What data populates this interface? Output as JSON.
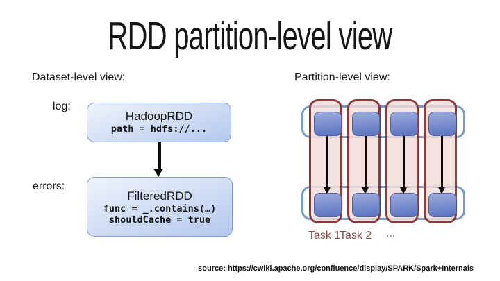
{
  "title": "RDD partition-level view",
  "dataset_view": {
    "heading": "Dataset-level view:",
    "log_label": "log:",
    "errors_label": "errors:",
    "hadoop_box": {
      "name": "HadoopRDD",
      "code_line1": "path = hdfs://..."
    },
    "filtered_box": {
      "name": "FilteredRDD",
      "code_line1": "func = _.contains(…)",
      "code_line2": "shouldCache = true"
    }
  },
  "partition_view": {
    "heading": "Partition-level view:",
    "column_count": 4,
    "task_labels": [
      "Task 1",
      "Task 2"
    ],
    "ellipsis_label": "..."
  },
  "source_line": "source: https://cwiki.apache.org/confluence/display/SPARK/Spark+Internals",
  "colors": {
    "maroon": "#8a3d3b",
    "label_maroon": "#8d4a47",
    "pink": "rgba(242,220,219,0.82)",
    "band_blue": "#7b9cc0",
    "box_border": "#7e9cd0",
    "box_fill_top": "#eff4fc",
    "box_fill_bottom": "#b4c8ee",
    "square_top": "#9dabdc",
    "square_bottom": "#5a73c0",
    "square_border": "#56639b"
  }
}
